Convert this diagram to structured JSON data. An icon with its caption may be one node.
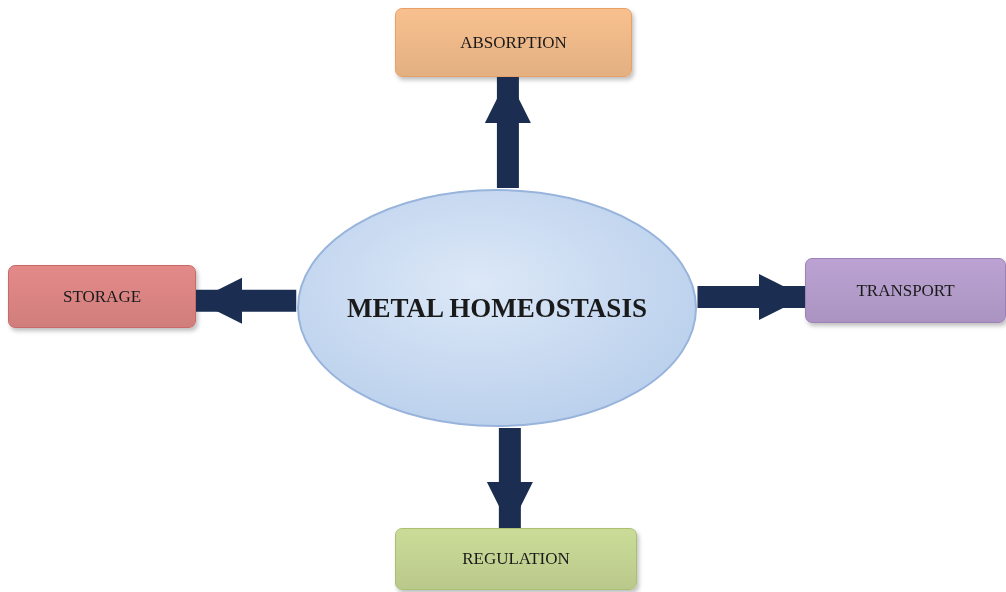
{
  "diagram": {
    "nodes": [
      {
        "text": [
          "ABSORPTION"
        ]
      },
      {
        "text": [
          "STORAGE"
        ]
      },
      {
        "text": [
          "METAL HOMEOSTASIS"
        ]
      },
      {
        "text": [
          "TRANSPORT"
        ]
      },
      {
        "text": [
          "REGULATION"
        ]
      }
    ],
    "edges": [
      {
        "from": 2,
        "to": 0,
        "arrow": "to"
      },
      {
        "from": 2,
        "to": 1,
        "arrow": "to"
      },
      {
        "from": 2,
        "to": 3,
        "arrow": "to"
      },
      {
        "from": 2,
        "to": 4,
        "arrow": "to"
      }
    ]
  }
}
